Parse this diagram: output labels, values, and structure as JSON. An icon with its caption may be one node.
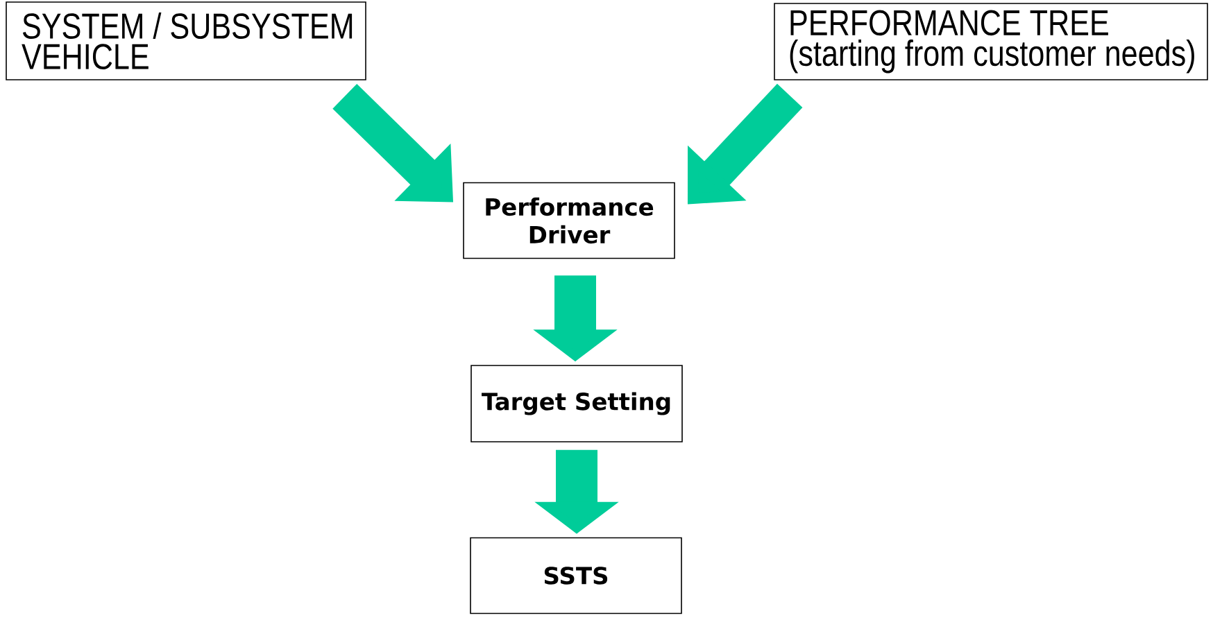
{
  "diagram": {
    "nodes": [
      {
        "text": [
          "SYSTEM / SUBSYSTEM VEHICLE"
        ]
      },
      {
        "text": [
          "PERFORMANCE TREE (starting from customer needs)"
        ]
      },
      {
        "text": [
          "Performance Driver"
        ]
      },
      {
        "text": [
          "Target Setting"
        ]
      },
      {
        "text": [
          "SSTS"
        ]
      }
    ],
    "edges": [
      {
        "from": 0,
        "to": 2,
        "arrow": "to"
      },
      {
        "from": 1,
        "to": 2,
        "arrow": "to"
      },
      {
        "from": 2,
        "to": 3,
        "arrow": "to"
      },
      {
        "from": 3,
        "to": 4,
        "arrow": "to"
      }
    ]
  }
}
